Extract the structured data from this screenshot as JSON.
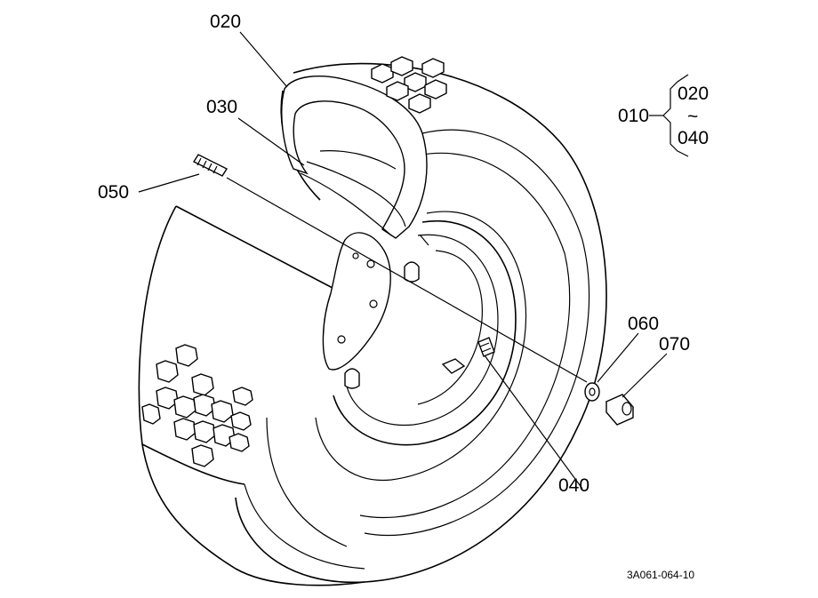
{
  "drawing": {
    "callouts": {
      "p020": "020",
      "p030": "030",
      "p050": "050",
      "p060": "060",
      "p070": "070",
      "p040": "040"
    },
    "assembly": {
      "parent": "010",
      "range_start": "020",
      "range_symbol": "~",
      "range_end": "040"
    },
    "drawing_code": "3A061-064-10"
  }
}
